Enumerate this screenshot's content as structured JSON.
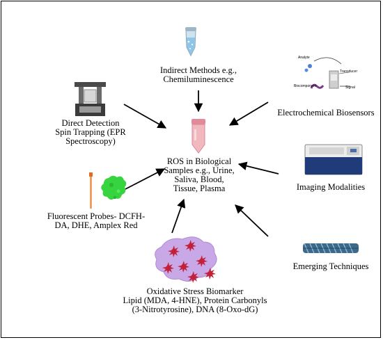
{
  "center": {
    "label": "ROS in Biological\nSamples e.g., Urine,\nSaliva, Blood,\nTissue, Plasma"
  },
  "nodes": {
    "indirect": "Indirect Methods e.g.,\nChemiluminescence",
    "direct": "Direct Detection\nSpin Trapping (EPR\nSpectroscopy)",
    "electrochemical": "Electrochemical Biosensors",
    "fluorescent": "Fluorescent Probes- DCFH-\nDA, DHE, Amplex Red",
    "imaging": "Imaging Modalities",
    "emerging": "Emerging Techniques",
    "oxidative": "Oxidative Stress Biomarker\nLipid (MDA, 4-HNE), Protein Carbonyls\n(3-Nitrotyrosine), DNA (8-Oxo-dG)"
  },
  "biosensor_diagram": {
    "analyte": "Analyte",
    "transducer": "Transducer",
    "biocomponent": "Biocomponent",
    "signal": "Signal"
  },
  "colors": {
    "tube": "#f2b8c0",
    "tube_cap": "#e38a99",
    "fluor_protein": "#36d43f",
    "biomarker_blob": "#c9a8e8",
    "starburst": "#c2213a",
    "imaging_stripe": "#1f3b7a"
  }
}
